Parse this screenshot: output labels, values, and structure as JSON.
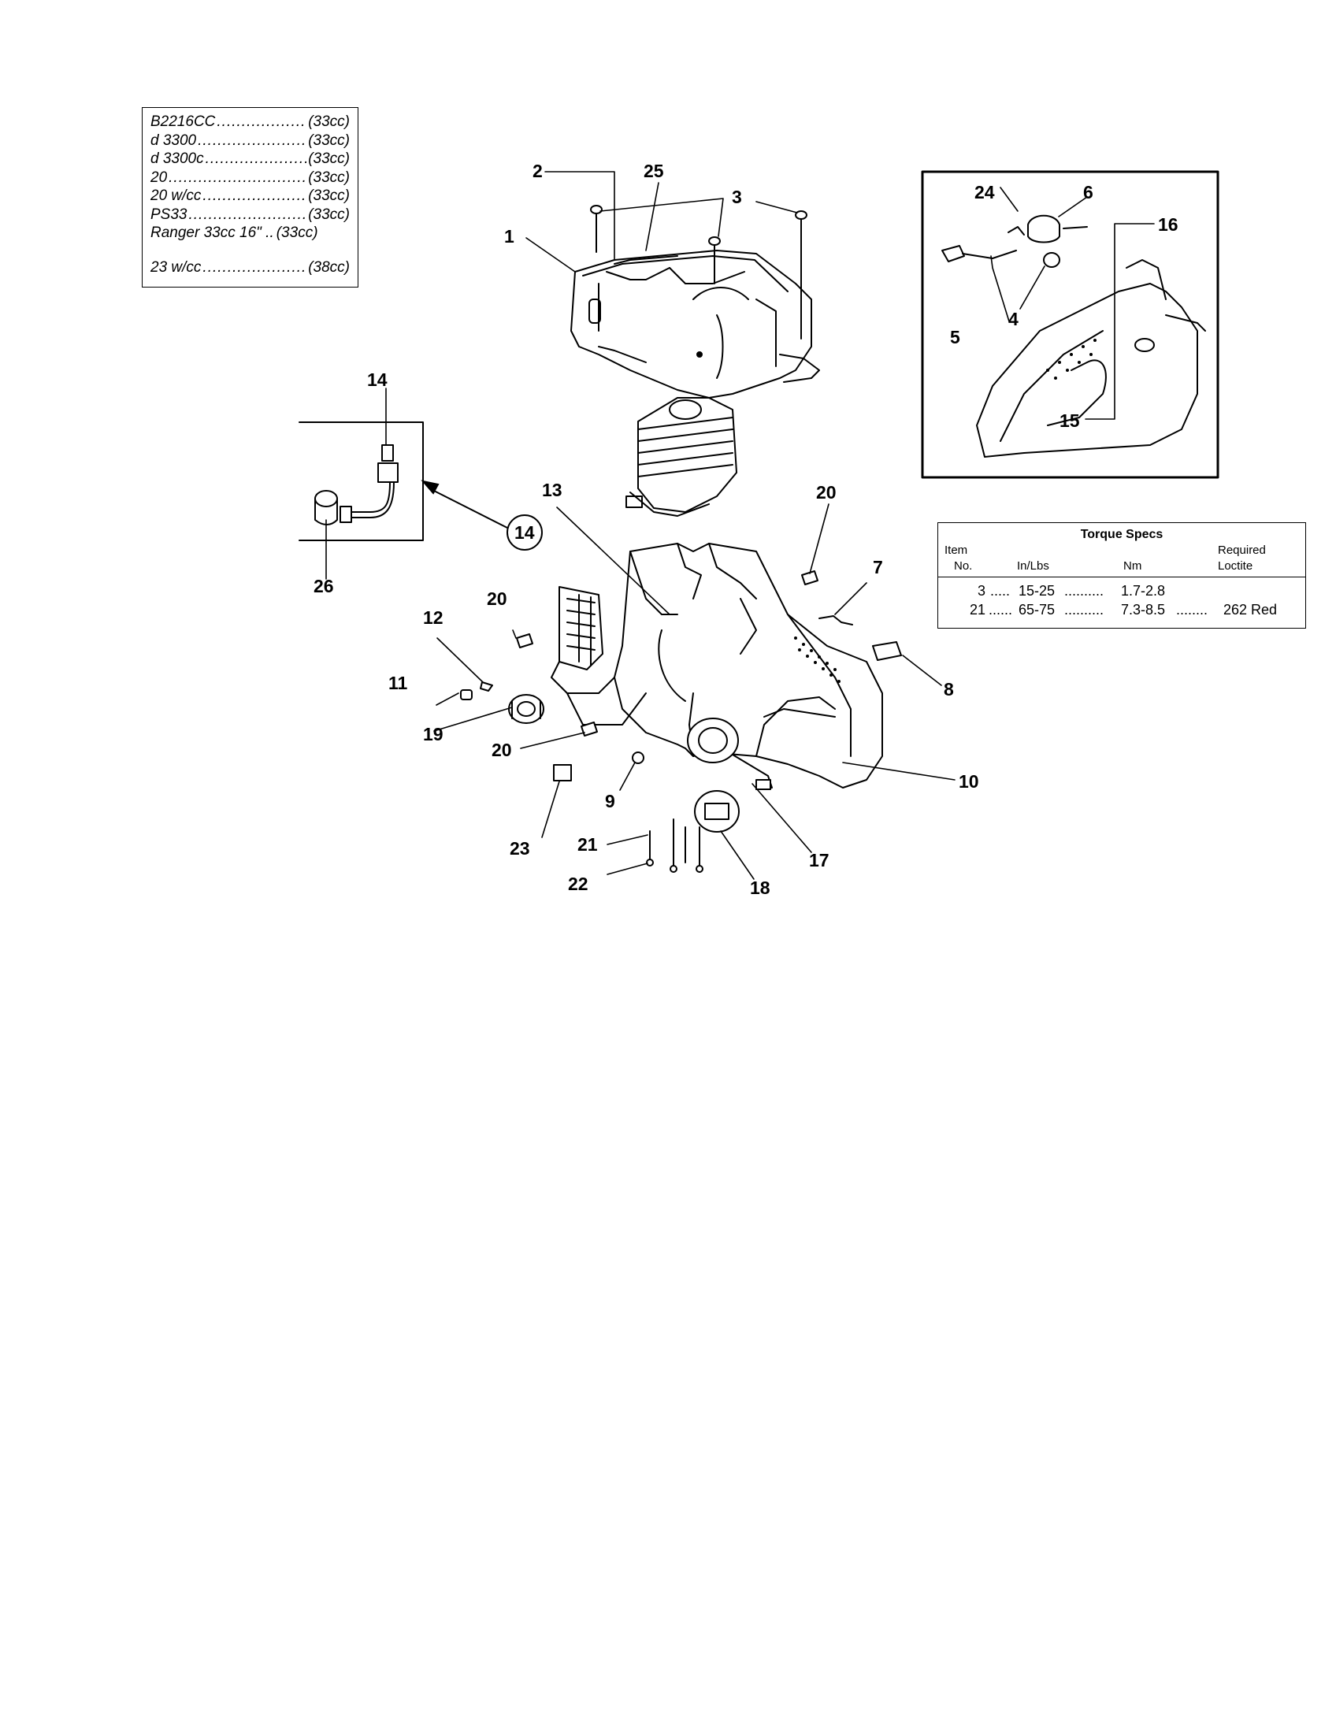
{
  "models": [
    {
      "name": "B2216CC",
      "cc": "(33cc)"
    },
    {
      "name": "d 3300",
      "cc": "(33cc)"
    },
    {
      "name": "d 3300c",
      "cc": "(33cc)"
    },
    {
      "name": "20",
      "cc": "(33cc)"
    },
    {
      "name": "20 w/cc",
      "cc": "(33cc)"
    },
    {
      "name": "PS33",
      "cc": "(33cc)"
    },
    {
      "name": "Ranger 33cc 16\" ..",
      "cc": "(33cc)"
    },
    {
      "name": "23 w/cc",
      "cc": "(38cc)"
    }
  ],
  "torque": {
    "title": "Torque Specs",
    "header_item_1": "Item",
    "header_item_2": "No.",
    "header_inlbs": "In/Lbs",
    "header_nm": "Nm",
    "header_required": "Required",
    "header_loctite": "Loctite",
    "rows": [
      {
        "item": "3",
        "inlbs": "15-25",
        "nm": "1.7-2.8",
        "loctite": ""
      },
      {
        "item": "21",
        "inlbs": "65-75",
        "nm": "7.3-8.5",
        "loctite": "262 Red"
      }
    ]
  },
  "callouts": {
    "c1": "1",
    "c2": "2",
    "c3": "3",
    "c4": "4",
    "c5": "5",
    "c6": "6",
    "c7": "7",
    "c8": "8",
    "c9": "9",
    "c10": "10",
    "c11": "11",
    "c12": "12",
    "c13": "13",
    "c14a": "14",
    "c14b": "14",
    "c15": "15",
    "c16": "16",
    "c17": "17",
    "c18": "18",
    "c19": "19",
    "c20a": "20",
    "c20b": "20",
    "c20c": "20",
    "c21": "21",
    "c22": "22",
    "c23": "23",
    "c24": "24",
    "c25": "25",
    "c26": "26"
  }
}
